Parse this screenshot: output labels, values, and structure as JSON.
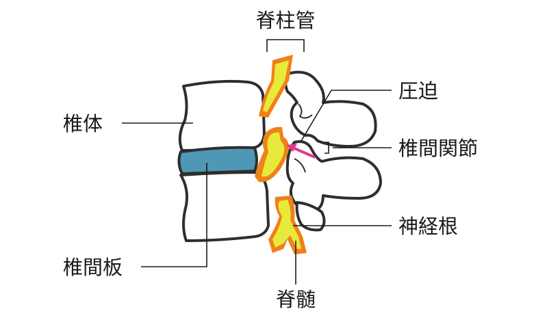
{
  "labels": {
    "spinal_canal": "脊柱管",
    "vertebral_body": "椎体",
    "compression": "圧迫",
    "facet_joint": "椎間関節",
    "intervertebral_disc": "椎間板",
    "nerve_root": "神経根",
    "spinal_cord": "脊髄"
  },
  "colors": {
    "disc": "#4f98b5",
    "nerve_outer": "#f0801a",
    "nerve_inner": "#e7ea3a",
    "arrow": "#e0388e",
    "outline": "#2e2e2e"
  }
}
